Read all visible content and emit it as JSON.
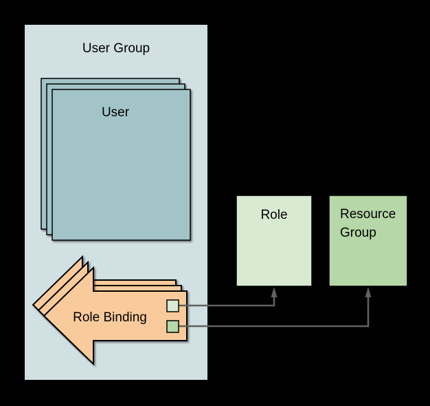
{
  "diagram": {
    "nodes": {
      "user_group": {
        "label": "User Group",
        "type": "container"
      },
      "user": {
        "label": "User",
        "stack_count": 3
      },
      "role_binding": {
        "label": "Role Binding",
        "stack_count": 3,
        "ports": [
          "role-port",
          "resource-group-port"
        ]
      },
      "role": {
        "label": "Role"
      },
      "resource_group": {
        "label": "Resource Group",
        "label_lines": [
          "Resource",
          "Group"
        ]
      }
    },
    "edges": [
      {
        "from": "role_binding.role-port",
        "to": "role",
        "style": "elbow-arrow"
      },
      {
        "from": "role_binding.resource-group-port",
        "to": "resource_group",
        "style": "elbow-arrow"
      }
    ],
    "colors": {
      "background": "#000000",
      "user_group_fill": "#d0e0e3",
      "user_fill": "#a2c4c9",
      "role_binding_fill": "#f9cb9c",
      "role_fill": "#d9ead3",
      "resource_group_fill": "#b6d7a8",
      "outline": "#000000",
      "connector": "#616161",
      "text": "#000000"
    }
  }
}
